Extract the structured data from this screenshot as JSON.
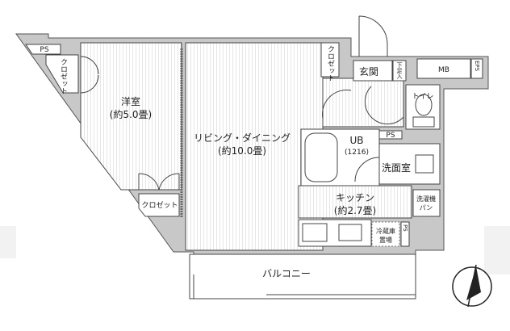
{
  "plan": {
    "western_room": {
      "name": "洋室",
      "size": "(約5.0畳)"
    },
    "closet_left": "クロゼット",
    "closet_bottom": "クロゼット",
    "closet_top_right": "クロゼット",
    "ps_top_left": "PS",
    "living_dining": {
      "name": "リビング・ダイニング",
      "size": "(約10.0畳)"
    },
    "entrance": "玄関",
    "shoe_storage": "下足入",
    "mb": "MB",
    "eps": "EPS",
    "toilet": "トイレ",
    "unit_bath": {
      "name": "UB",
      "size": "(1216)"
    },
    "ps_bath": "PS",
    "washroom": "洗面室",
    "washer_pan": {
      "line1": "洗濯機",
      "line2": "パン"
    },
    "kitchen": {
      "name": "キッチン",
      "size": "(約2.7畳)"
    },
    "fridge": {
      "line1": "冷蔵庫",
      "line2": "置場"
    },
    "ps_kitchen": "PS",
    "balcony": "バルコニー"
  },
  "icons": {
    "compass": "north-arrow-icon"
  }
}
